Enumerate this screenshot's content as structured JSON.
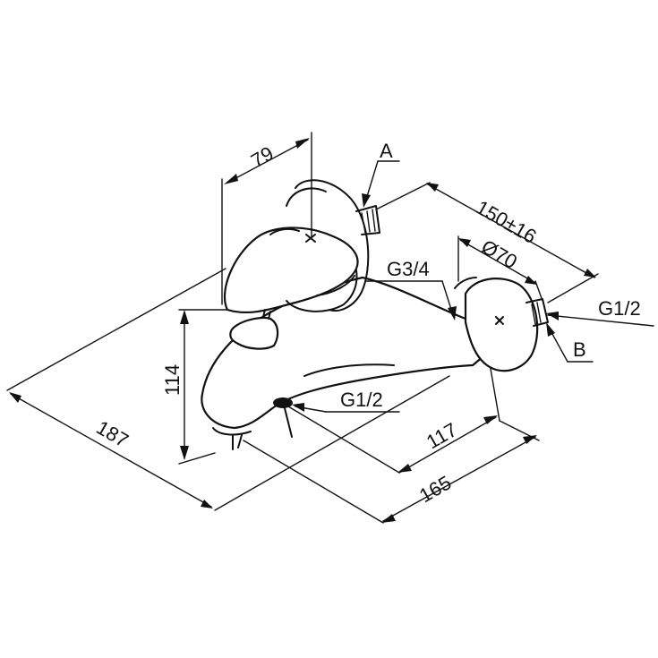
{
  "dimensions": {
    "d79": "79",
    "d114": "114",
    "d187": "187",
    "d117": "117",
    "d165": "165",
    "d150": "150±16",
    "d70": "Ø70"
  },
  "labels": {
    "a": "A",
    "b": "B",
    "g34": "G3/4",
    "g12_right": "G1/2",
    "g12_bottom": "G1/2"
  }
}
